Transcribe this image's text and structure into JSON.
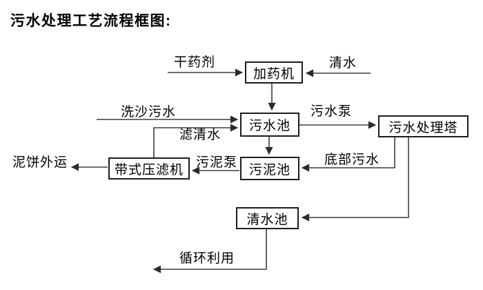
{
  "title": "污水处理工艺流程框图:",
  "diagram": {
    "nodes": [
      {
        "id": "dosing-machine",
        "label": "加药机"
      },
      {
        "id": "sewage-pool",
        "label": "污水池"
      },
      {
        "id": "sewage-treatment-tower",
        "label": "污水处理塔"
      },
      {
        "id": "sludge-pool",
        "label": "污泥池"
      },
      {
        "id": "belt-filter-press",
        "label": "带式压滤机"
      },
      {
        "id": "clear-water-pool",
        "label": "清水池"
      }
    ],
    "edge_labels": [
      {
        "id": "dry-agent",
        "label": "干药剂"
      },
      {
        "id": "clean-water",
        "label": "清水"
      },
      {
        "id": "sand-washing-sewage",
        "label": "洗沙污水"
      },
      {
        "id": "sewage-pump",
        "label": "污水泵"
      },
      {
        "id": "filtered-clear-water",
        "label": "滤清水"
      },
      {
        "id": "sludge-pump",
        "label": "污泥泵"
      },
      {
        "id": "bottom-sewage",
        "label": "底部污水"
      },
      {
        "id": "mud-cake-outbound",
        "label": "泥饼外运"
      },
      {
        "id": "recycling-use",
        "label": "循环利用"
      }
    ],
    "colors": {
      "line": "#3d3d3d",
      "box_border": "#1c1c1c",
      "text": "#000000",
      "background": "#ffffff"
    }
  }
}
